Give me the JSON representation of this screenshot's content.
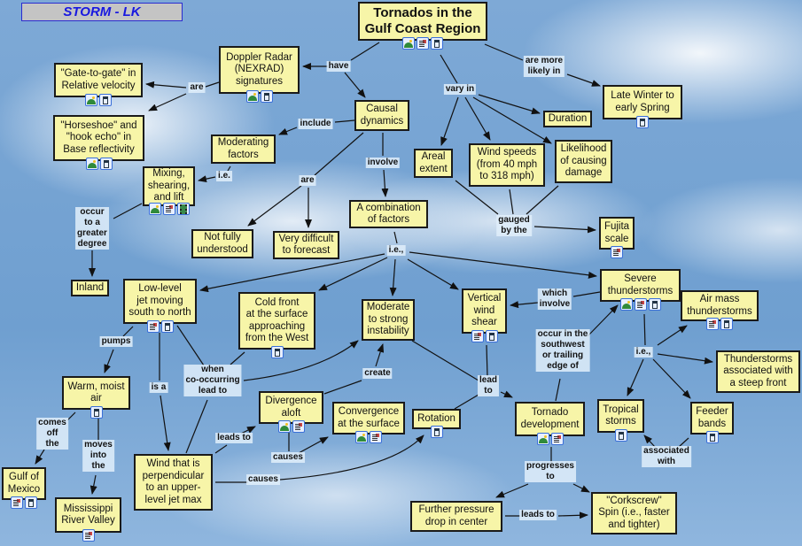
{
  "header": "STORM - LK",
  "nodes": {
    "title": {
      "text": "Tornados in the\nGulf Coast Region",
      "icons": [
        "image",
        "doc",
        "map"
      ]
    },
    "doppler": {
      "text": "Doppler Radar\n(NEXRAD)\nsignatures",
      "icons": [
        "image",
        "map"
      ]
    },
    "gate": {
      "text": "\"Gate-to-gate\" in\nRelative velocity",
      "icons": [
        "image",
        "map"
      ]
    },
    "horseshoe": {
      "text": "\"Horseshoe\" and\n\"hook echo\" in\nBase reflectivity",
      "icons": [
        "image",
        "map"
      ]
    },
    "causal": {
      "text": "Causal\ndynamics",
      "icons": []
    },
    "moderating": {
      "text": "Moderating\nfactors",
      "icons": []
    },
    "mixing": {
      "text": "Mixing,\nshearing,\nand lift",
      "icons": [
        "image",
        "doc",
        "film"
      ]
    },
    "notfully": {
      "text": "Not fully\nunderstood",
      "icons": []
    },
    "verydiff": {
      "text": "Very difficult\nto forecast",
      "icons": []
    },
    "combination": {
      "text": "A combination\nof factors",
      "icons": []
    },
    "areal": {
      "text": "Areal\nextent",
      "icons": []
    },
    "windspeeds": {
      "text": "Wind speeds\n(from 40 mph\nto 318 mph)",
      "icons": []
    },
    "likelihood": {
      "text": "Likelihood\nof causing\ndamage",
      "icons": []
    },
    "duration": {
      "text": "Duration",
      "icons": []
    },
    "latewinter": {
      "text": "Late Winter to\nearly Spring",
      "icons": [
        "map"
      ]
    },
    "fujita": {
      "text": "Fujita\nscale",
      "icons": [
        "doc"
      ]
    },
    "inland": {
      "text": "Inland",
      "icons": []
    },
    "lowlevel": {
      "text": "Low-level\njet  moving\nsouth to north",
      "icons": [
        "doc",
        "map"
      ]
    },
    "coldfront": {
      "text": "Cold front\nat the surface\napproaching\nfrom the West",
      "icons": [
        "map"
      ]
    },
    "moderate": {
      "text": "Moderate\nto strong\ninstability",
      "icons": []
    },
    "vertical": {
      "text": "Vertical\nwind\nshear",
      "icons": [
        "doc",
        "map"
      ]
    },
    "severe": {
      "text": "Severe\nthunderstorms",
      "icons": [
        "image",
        "doc",
        "map"
      ]
    },
    "airmass": {
      "text": "Air mass\nthunderstorms",
      "icons": [
        "doc",
        "map"
      ]
    },
    "steepfront": {
      "text": "Thunderstorms\nassociated with\na steep front",
      "icons": []
    },
    "warm": {
      "text": "Warm, moist\nair",
      "icons": [
        "map"
      ]
    },
    "divergence": {
      "text": "Divergence\naloft",
      "icons": [
        "image",
        "doc"
      ]
    },
    "convergence": {
      "text": "Convergence\nat the surface",
      "icons": [
        "image",
        "doc"
      ]
    },
    "rotation": {
      "text": "Rotation",
      "icons": [
        "map"
      ]
    },
    "tornado": {
      "text": "Tornado\ndevelopment",
      "icons": [
        "image",
        "doc"
      ]
    },
    "tropical": {
      "text": "Tropical\nstorms",
      "icons": [
        "map"
      ]
    },
    "feeder": {
      "text": "Feeder\nbands",
      "icons": [
        "map"
      ]
    },
    "gulf": {
      "text": "Gulf of\nMexico",
      "icons": [
        "doc",
        "map"
      ]
    },
    "mississippi": {
      "text": "Mississippi\nRiver Valley",
      "icons": [
        "doc"
      ]
    },
    "windperp": {
      "text": "Wind that is\nperpendicular\nto an upper-\nlevel jet max",
      "icons": []
    },
    "further": {
      "text": "Further pressure\ndrop in center",
      "icons": []
    },
    "corkscrew": {
      "text": "\"Corkscrew\"\nSpin (i.e., faster\nand tighter)",
      "icons": []
    }
  },
  "linking_phrases": {
    "have": "have",
    "are1": "are",
    "include": "include",
    "ie1": "i.e.",
    "are2": "are",
    "involve": "involve",
    "occur": "occur\nto a\ngreater\ndegree",
    "varyin": "vary in",
    "aremore": "are more\nlikely in",
    "gauged": "gauged\nby the",
    "ie2": "i.e.,",
    "whichinvolve": "which\ninvolve",
    "occursw": "occur in the\nsouthwest\nor trailing\nedge of",
    "ie3": "i.e.,",
    "pumps": "pumps",
    "isa": "is a",
    "when": "when\nco-occurring\nlead to",
    "create": "create",
    "leadsto1": "leads to",
    "causes1": "causes",
    "causes2": "causes",
    "comesoff": "comes\noff\nthe",
    "movesinto": "moves\ninto\nthe",
    "leadto": "lead\nto",
    "progresses": "progresses\nto",
    "associated": "associated\nwith",
    "leadsto2": "leads to"
  }
}
